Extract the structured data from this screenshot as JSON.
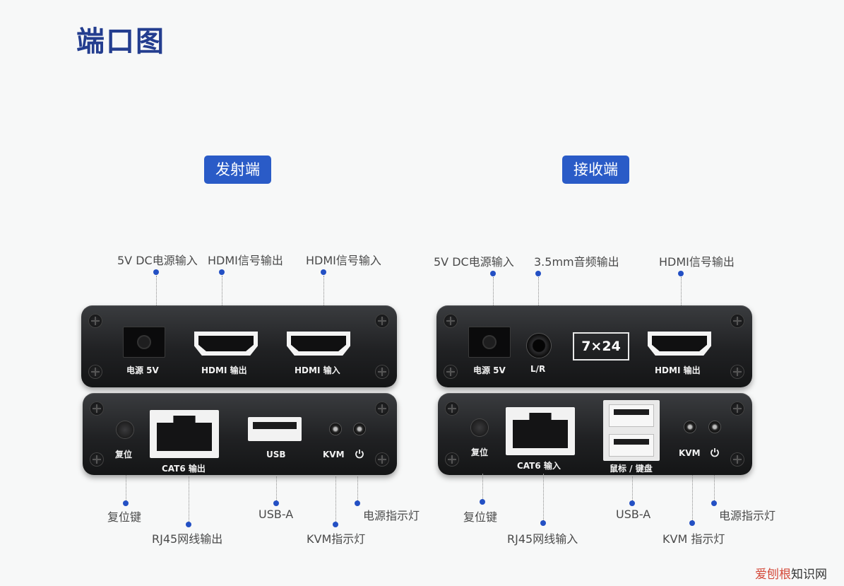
{
  "title": "端口图",
  "transmitter": {
    "badge": "发射端",
    "top_callouts": [
      "5V DC电源输入",
      "HDMI信号输出",
      "HDMI信号输入"
    ],
    "front_labels": [
      "电源 5V",
      "HDMI 输出",
      "HDMI 输入"
    ],
    "rear_labels": [
      "复位",
      "CAT6 输出",
      "USB",
      "KVM"
    ],
    "bottom_callouts": [
      "复位键",
      "RJ45网线输出",
      "USB-A",
      "KVM指示灯",
      "电源指示灯"
    ]
  },
  "receiver": {
    "badge": "接收端",
    "top_callouts": [
      "5V DC电源输入",
      "3.5mm音频输出",
      "HDMI信号输出"
    ],
    "front_labels": [
      "电源 5V",
      "L/R",
      "HDMI 输出"
    ],
    "front_badge": "7×24",
    "rear_labels": [
      "复位",
      "CAT6 输入",
      "鼠标 / 键盘",
      "KVM"
    ],
    "bottom_callouts": [
      "复位键",
      "RJ45网线输入",
      "USB-A",
      "KVM 指示灯",
      "电源指示灯"
    ]
  },
  "footer": {
    "accent": "爱刨根",
    "rest": "知识网"
  },
  "colors": {
    "title": "#233d8f",
    "badge": "#2a5bc7",
    "dot": "#2350c4"
  },
  "icons": [
    "screw-icon",
    "power-icon"
  ]
}
